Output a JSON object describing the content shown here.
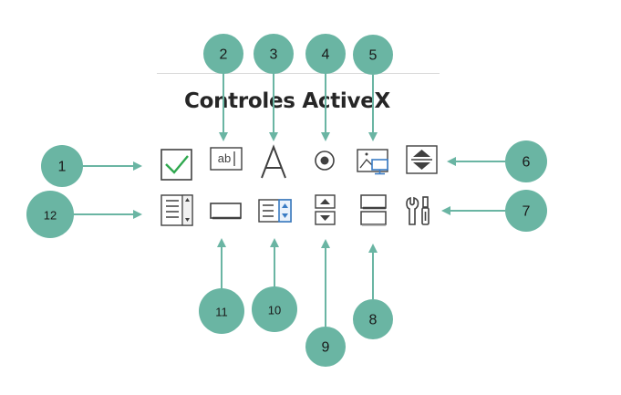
{
  "title": "Controles ActiveX",
  "accent_color": "#6ab5a3",
  "icon_color": "#404040",
  "callouts": [
    {
      "number": "1",
      "icon": "checkbox-icon"
    },
    {
      "number": "2",
      "icon": "textbox-icon"
    },
    {
      "number": "3",
      "icon": "label-icon"
    },
    {
      "number": "4",
      "icon": "option-button-icon"
    },
    {
      "number": "5",
      "icon": "image-icon"
    },
    {
      "number": "6",
      "icon": "scrollbar-icon"
    },
    {
      "number": "7",
      "icon": "more-controls-icon"
    },
    {
      "number": "8",
      "icon": "toggle-button-icon"
    },
    {
      "number": "9",
      "icon": "spin-button-icon"
    },
    {
      "number": "10",
      "icon": "list-box-icon"
    },
    {
      "number": "11",
      "icon": "command-button-icon"
    },
    {
      "number": "12",
      "icon": "combo-box-icon"
    }
  ]
}
